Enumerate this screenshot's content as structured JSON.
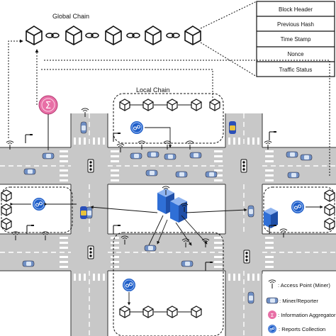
{
  "labels": {
    "global_chain": "Global Chain",
    "local_chain": "Local Chain"
  },
  "block_fields": [
    "Block Header",
    "Previous Hash",
    "Time Stamp",
    "Nonce",
    "Traffic Status"
  ],
  "legend": [
    {
      "icon": "access-point-icon",
      "text": ": Access Point (Miner)"
    },
    {
      "icon": "miner-reporter-icon",
      "text": ": Miner/Reporter"
    },
    {
      "icon": "information-aggregator-icon",
      "text": ": Information Aggregator"
    },
    {
      "icon": "reports-collection-icon",
      "text": ": Reports Collection"
    }
  ],
  "colors": {
    "road": "#c8c8c8",
    "road_edge": "#333333",
    "server": "#2f6fd6",
    "aggregator": "#e86fa6",
    "collection": "#1f5ec8",
    "car": "#6f8fc4",
    "car_blue": "#2a4fb8"
  }
}
